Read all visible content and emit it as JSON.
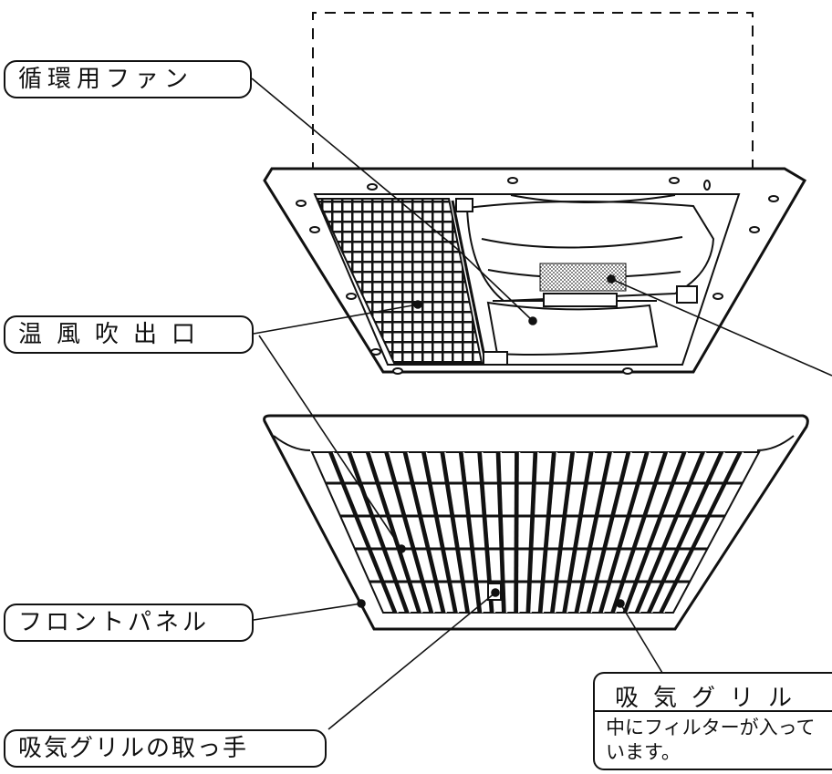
{
  "labels": {
    "circulation_fan": "循環用ファン",
    "warm_air_outlet": "温風吹出口",
    "front_panel": "フロントパネル",
    "intake_grille": "吸気グリル",
    "intake_grille_note": "中にフィルターが入っています。",
    "intake_grille_handle": "吸気グリルの取っ手"
  },
  "colors": {
    "line": "#111111",
    "background": "#ffffff"
  }
}
